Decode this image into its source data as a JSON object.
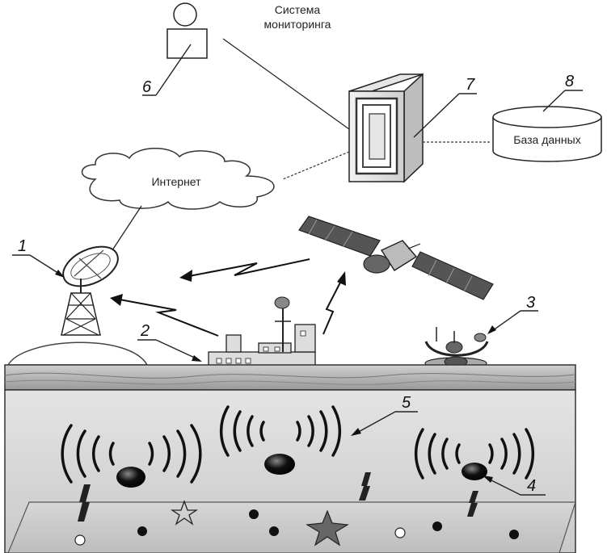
{
  "labels": {
    "monitoring_line1": "Система",
    "monitoring_line2": "мониторинга",
    "internet": "Интернет",
    "database": "База данных"
  },
  "numbers": {
    "n1": "1",
    "n2": "2",
    "n3": "3",
    "n4": "4",
    "n5": "5",
    "n6": "6",
    "n7": "7",
    "n8": "8"
  }
}
